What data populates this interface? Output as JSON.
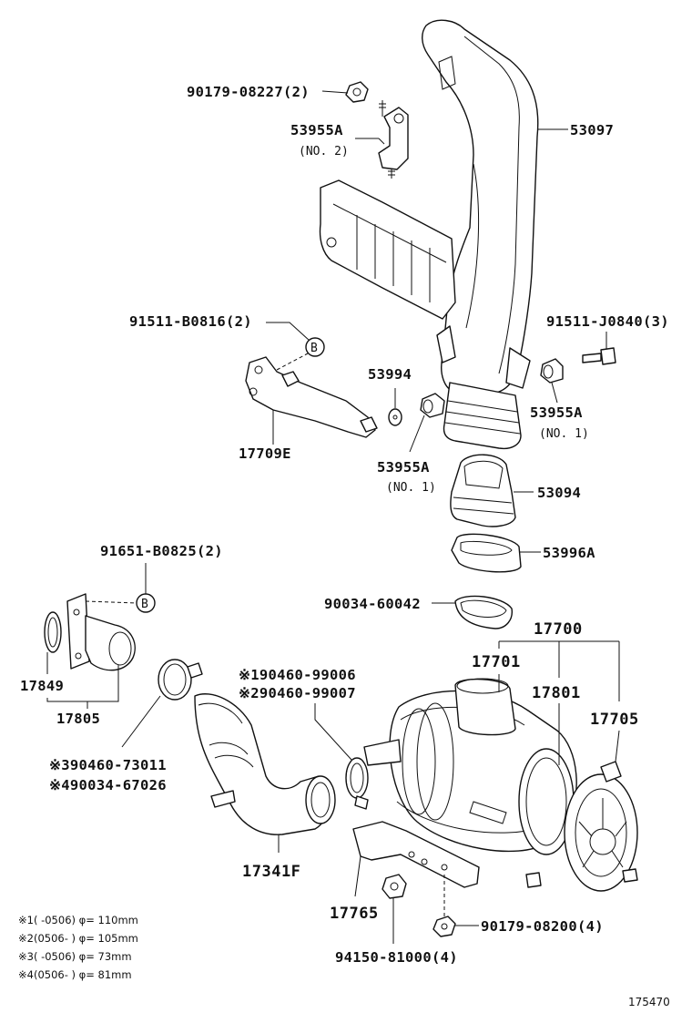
{
  "labels": {
    "bolt_53097": "53097",
    "nut_08227": "90179-08227(2)",
    "bracket_no2": "53955A",
    "bracket_no2_sub": "(NO. 2)",
    "bolt_b0816": "91511-B0816(2)",
    "bolt_j0840": "91511-J0840(3)",
    "washer_53994": "53994",
    "grommet_no1_right": "53955A",
    "grommet_no1_right_sub": "(NO. 1)",
    "grommet_no1_left": "53955A",
    "grommet_no1_left_sub": "(NO. 1)",
    "bracket_17709e": "17709E",
    "duct_53094": "53094",
    "seal_53996a": "53996A",
    "bolt_b0825": "91651-B0825(2)",
    "gasket_60042": "90034-60042",
    "cleaner_17700": "17700",
    "cap_17701": "17701",
    "element_17801": "17801",
    "clamp_17705": "17705",
    "gasket_17849": "17849",
    "pipe_17805": "17805",
    "clamp_99006": "※190460-99006",
    "clamp_99007": "※290460-99007",
    "clamp_73011": "※390460-73011",
    "gasket_67026": "※490034-67026",
    "hose_17341f": "17341F",
    "bracket_17765": "17765",
    "nut_08200": "90179-08200(4)",
    "nut_81000": "94150-81000(4)",
    "marker_b": "B",
    "figure_number": "175470"
  },
  "notes": [
    "※1(    -0506) φ= 110mm",
    "※2(0506-    ) φ= 105mm",
    "※3(    -0506) φ= 73mm",
    "※4(0506-    ) φ= 81mm"
  ]
}
